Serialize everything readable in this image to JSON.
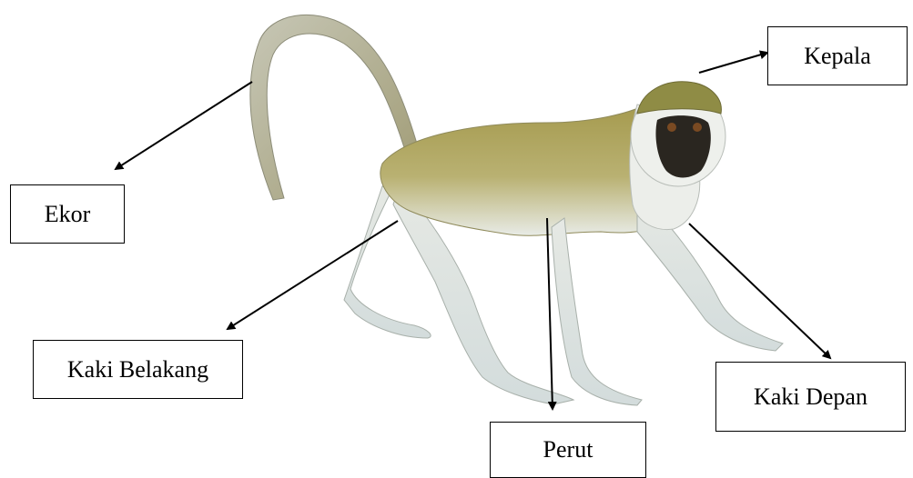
{
  "labels": {
    "kepala": "Kepala",
    "ekor": "Ekor",
    "kaki_belakang": "Kaki Belakang",
    "kaki_depan": "Kaki Depan",
    "perut": "Perut"
  },
  "colors": {
    "fur_olive": "#a89c52",
    "fur_light": "#e9ecea",
    "face": "#2a2620",
    "line": "#000000"
  }
}
